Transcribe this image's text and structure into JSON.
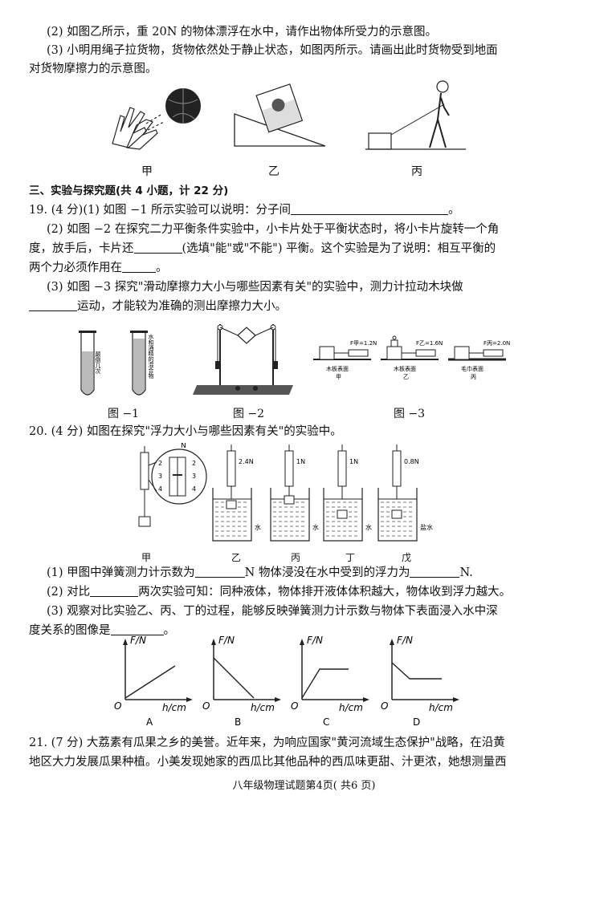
{
  "q18": {
    "part2": "(2) 如图乙所示，重 20N 的物体漂浮在水中，请作出物体所受力的示意图。",
    "part3_l1": "(3) 小明用绳子拉货物，货物依然处于静止状态，如图丙所示。请画出此时货物受到地面",
    "part3_l2": "对货物摩擦力的示意图。",
    "captions": [
      "甲",
      "乙",
      "丙"
    ]
  },
  "section3": {
    "title": "三、实验与探究题(共 4 小题，计 22 分)"
  },
  "q19": {
    "l1_a": "19. (4 分)(1) 如图 −1 所示实验可以说明：分子间",
    "l1_b": "。",
    "l2": "(2) 如图 −2 在探究二力平衡条件实验中，小卡片处于平衡状态时，将小卡片旋转一个角",
    "l3_a": "度，放手后，卡片还",
    "l3_b": "(选填\"能\"或\"不能\") 平衡。这个实验是为了说明：相互平衡的",
    "l4_a": "两个力必须作用在",
    "l4_b": "。",
    "l5": "(3) 如图 −3 探究\"滑动摩擦力大小与哪些因素有关\"的实验中，测力计拉动木块做",
    "l6_b": "运动，才能较为准确的测出摩擦力大小。",
    "fig1_labels": {
      "tube1": "颠倒几次",
      "tube2": "水和酒精的混合物"
    },
    "fig3_labels": {
      "f1": "F甲=1.2N",
      "f2": "F乙=1.6N",
      "f3": "F丙=2.0N",
      "s1": "木板表面",
      "s2": "木板表面",
      "s3": "毛巾表面",
      "c1": "甲",
      "c2": "乙",
      "c3": "丙"
    },
    "captions": [
      "图 −1",
      "图 −2",
      "图 −3"
    ]
  },
  "q20": {
    "title": "20. (4 分) 如图在探究\"浮力大小与哪些因素有关\"的实验中。",
    "readings": [
      "2.4N",
      "1N",
      "1N",
      "0.8N"
    ],
    "liquids": [
      "水",
      "水",
      "水",
      "盐水"
    ],
    "scale_unit": "N",
    "scale_ticks": [
      "2",
      "3",
      "4"
    ],
    "captions": [
      "甲",
      "乙",
      "丙",
      "丁",
      "戊"
    ],
    "l1_a": "(1) 甲图中弹簧测力计示数为",
    "l1_b": "N 物体浸没在水中受到的浮力为",
    "l1_c": "N.",
    "l2_a": "(2) 对比",
    "l2_b": "两次实验可知：同种液体，物体排开液体体积越大，物体收到浮力越大。",
    "l3": "(3) 观察对比实验乙、丙、丁的过程，能够反映弹簧测力计示数与物体下表面浸入水中深",
    "l4_a": "度关系的图像是",
    "l4_b": "。",
    "graphs": [
      {
        "label": "A",
        "ylabel": "F/N",
        "xlabel": "h/cm",
        "origin": "O"
      },
      {
        "label": "B",
        "ylabel": "F/N",
        "xlabel": "h/cm",
        "origin": "O"
      },
      {
        "label": "C",
        "ylabel": "F/N",
        "xlabel": "h/cm",
        "origin": "O"
      },
      {
        "label": "D",
        "ylabel": "F/N",
        "xlabel": "h/cm",
        "origin": "O"
      }
    ]
  },
  "q21": {
    "l1": "21. (7 分) 大荔素有瓜果之乡的美誉。近年来，为响应国家\"黄河流域生态保护\"战略，在沿黄",
    "l2": "地区大力发展瓜果种植。小美发现她家的西瓜比其他品种的西瓜味更甜、汁更浓，她想测量西"
  },
  "footer": "八年级物理试题第4页( 共6 页)"
}
